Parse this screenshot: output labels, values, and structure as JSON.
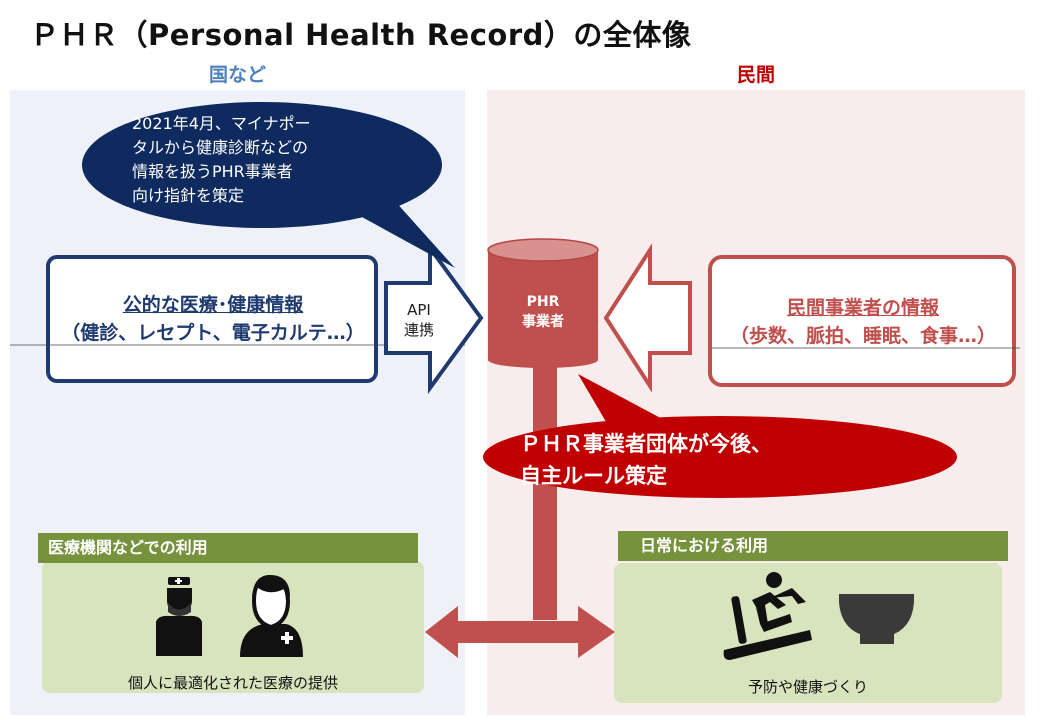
{
  "title": "ＰＨＲ（Personal Health Record）の全体像",
  "regions": {
    "left_label": "国など",
    "right_label": "民間"
  },
  "public_info": {
    "title": "公的な医療･健康情報",
    "subtitle": "（健診、レセプト、電子カルテ…）"
  },
  "api_arrow": {
    "label": "API\n連携"
  },
  "phr_operator": {
    "label": "PHR\n事業者"
  },
  "private_info": {
    "title": "民間事業者の情報",
    "subtitle": "（歩数、脈拍、睡眠、食事…）"
  },
  "bubble_government": {
    "text": "2021年4月、マイナポー\nタルから健康診断などの\n情報を扱うPHR事業者\n向け指針を策定"
  },
  "bubble_industry": {
    "text": "ＰＨＲ事業者団体が今後、\n自主ルール策定"
  },
  "use_medical": {
    "header": "医療機関などでの利用",
    "caption": "個人に最適化された医療の提供"
  },
  "use_daily": {
    "header": "日常における利用",
    "caption": "予防や健康づくり"
  },
  "colors": {
    "navy": "#1f3a6e",
    "bubble_navy": "#0e2a5e",
    "brick": "#c0504d",
    "dark_red": "#c00000",
    "olive": "#76923c",
    "light_green": "#d7e4bd",
    "panel_blue": "#eef2f8",
    "panel_pink": "#f8ecec"
  },
  "icons": [
    "doctor-icon",
    "medical-staff-icon",
    "treadmill-runner-icon",
    "food-bowl-icon"
  ]
}
